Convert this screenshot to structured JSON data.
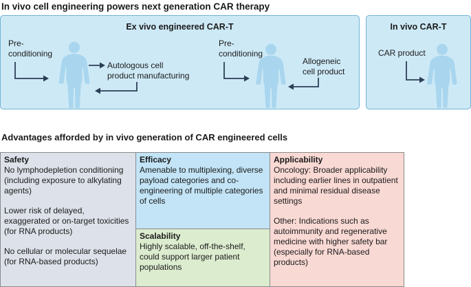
{
  "title": "In vivo cell engineering powers next generation CAR therapy",
  "ex_vivo": {
    "title": "Ex vivo  engineered CAR-T",
    "autologous": {
      "precond_1": "Pre-",
      "precond_2": "conditioning",
      "product_1": "Autologous cell",
      "product_2": "product manufacturing"
    },
    "allogeneic": {
      "precond_1": "Pre-",
      "precond_2": "conditioning",
      "product_1": "Allogeneic",
      "product_2": "cell product"
    }
  },
  "in_vivo": {
    "title": "In vivo CAR-T",
    "product": "CAR product"
  },
  "advantages": {
    "title": "Advantages afforded by in vivo generation of CAR engineered cells",
    "safety": {
      "title": "Safety",
      "items": [
        "No lymphodepletion conditioning (including exposure to alkylating agents)",
        "Lower risk of delayed, exaggerated or on-target toxicities (for RNA products)",
        "No cellular or molecular sequelae (for RNA-based products)"
      ]
    },
    "efficacy": {
      "title": "Efficacy",
      "text": "Amenable to multiplexing, diverse payload categories and co-engineering of multiple categories of cells"
    },
    "scalability": {
      "title": "Scalability",
      "text": "Highly scalable, off-the-shelf, could support larger patient populations"
    },
    "applicability": {
      "title": "Applicability",
      "items": [
        "Oncology: Broader applicability including earlier lines in outpatient and minimal residual disease settings",
        "Other: Indications such as autoimmunity and regenerative medicine with higher safety bar (especially for RNA-based products)"
      ]
    }
  },
  "colors": {
    "panel_bg": "#cde9f6",
    "figure": "#a9d6ee",
    "arrow": "#2c3e57",
    "safety_bg": "#dde2ea",
    "efficacy_bg": "#c2e4f6",
    "scalability_bg": "#dceccf",
    "applicability_bg": "#f9d9d4"
  }
}
